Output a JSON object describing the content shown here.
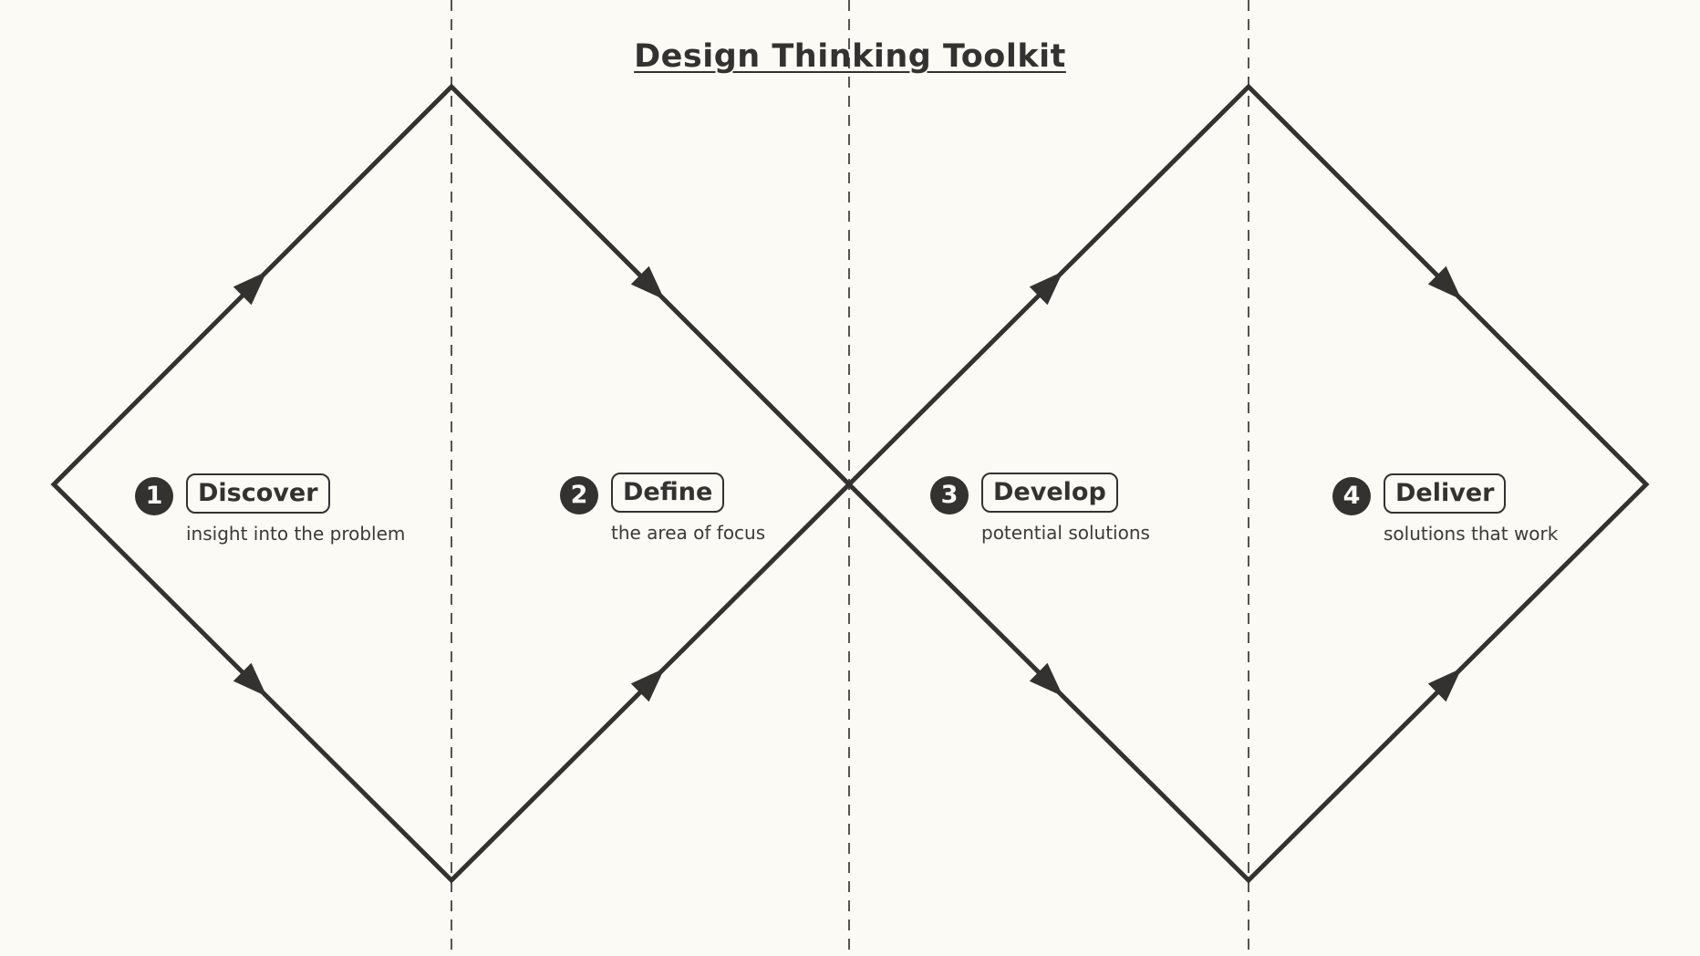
{
  "title": "Design Thinking Toolkit",
  "colors": {
    "background": "#fcfaf5",
    "ink": "#333231",
    "guides": "#555452"
  },
  "phases": [
    {
      "number": "1",
      "label": "Discover",
      "description": "insight into the problem"
    },
    {
      "number": "2",
      "label": "Define",
      "description": "the area of focus"
    },
    {
      "number": "3",
      "label": "Develop",
      "description": "potential solutions"
    },
    {
      "number": "4",
      "label": "Deliver",
      "description": "solutions that work"
    }
  ]
}
